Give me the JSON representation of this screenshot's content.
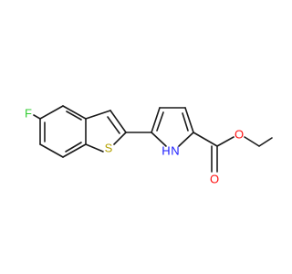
{
  "molecule": {
    "atoms": {
      "fluorine": {
        "label": "F",
        "color": "#33cc33"
      },
      "sulfur": {
        "label": "S",
        "color": "#b3a100"
      },
      "nitrogen_h": {
        "label": "H",
        "color": "#1a1aff"
      },
      "nitrogen_n": {
        "label": "N",
        "color": "#1a1aff"
      },
      "oxygen_carbonyl": {
        "label": "O",
        "color": "#ff0d0d"
      },
      "oxygen_ester": {
        "label": "O",
        "color": "#ff0d0d"
      }
    }
  }
}
